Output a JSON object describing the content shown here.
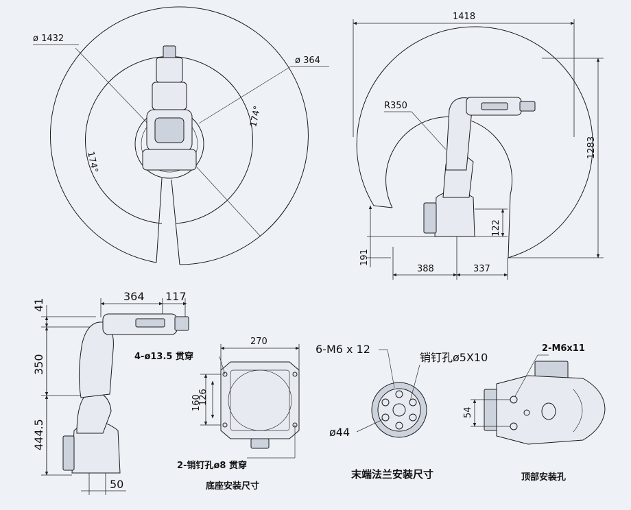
{
  "top_view": {
    "outer_reach": "ø 1432",
    "inner_reach": "ø 364",
    "angle_left": "174°",
    "angle_right": "174°"
  },
  "side_view": {
    "width": "1418",
    "height": "1283",
    "radius": "R350",
    "base_height": "122",
    "floor_offset": "191",
    "dist_left": "388",
    "dist_right": "337"
  },
  "front_view": {
    "offset_h": "364",
    "flange_len": "117",
    "top_41": "41",
    "arm_350": "350",
    "base_444": "444.5",
    "base_50": "50"
  },
  "base_plate": {
    "width": "270",
    "hole_spacing_126": "126",
    "height_160": "160",
    "holes_label": "4-ø13.5 贯穿",
    "pin_label": "2-销钉孔ø8 贯穿",
    "caption": "底座安装尺寸"
  },
  "flange": {
    "thread_label": "6-M6 x 12",
    "pin_label": "销钉孔ø5X10",
    "diameter_label": "ø44",
    "caption": "末端法兰安装尺寸"
  },
  "top_holes": {
    "label": "2-M6x11",
    "dim_54": "54",
    "caption": "顶部安装孔"
  }
}
